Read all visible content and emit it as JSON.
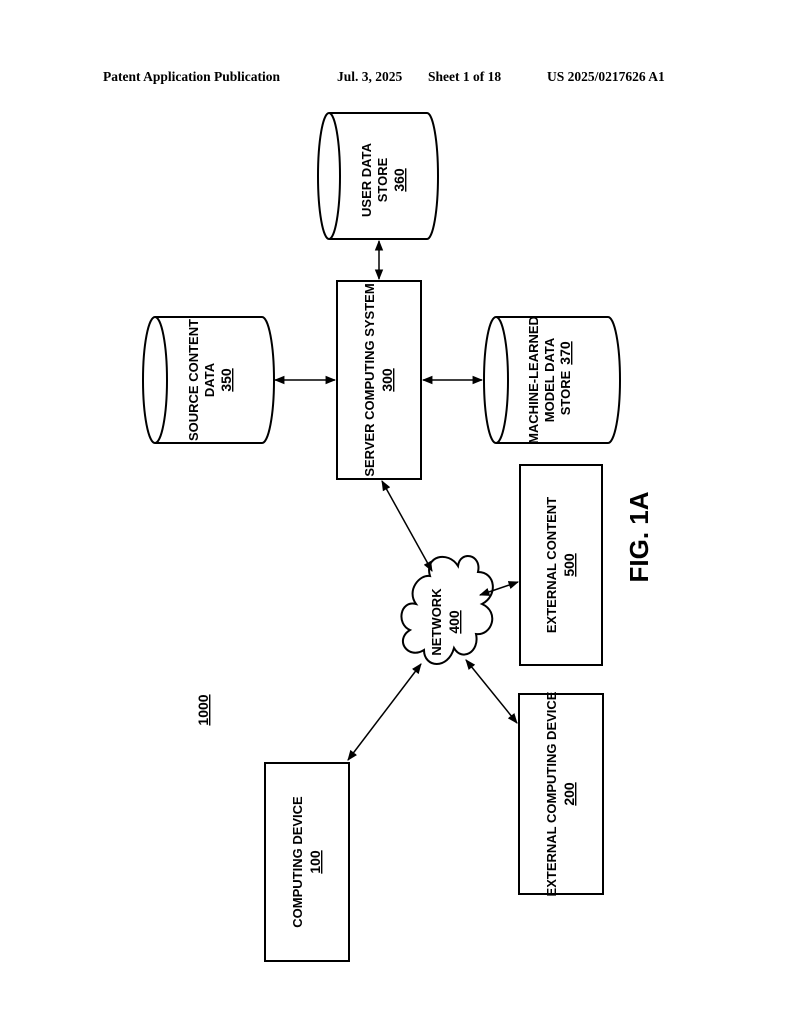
{
  "header": {
    "title": "Patent Application Publication",
    "date": "Jul. 3, 2025",
    "sheet": "Sheet 1 of 18",
    "pub_number": "US 2025/0217626 A1"
  },
  "figure": {
    "label": "FIG. 1A",
    "system_ref": "1000",
    "nodes": {
      "user_data_store": {
        "line1": "USER DATA",
        "line2": "STORE",
        "ref": "360"
      },
      "source_content": {
        "line1": "SOURCE CONTENT",
        "line2": "DATA",
        "ref": "350"
      },
      "server": {
        "line1": "SERVER COMPUTING SYSTEM",
        "ref": "300"
      },
      "ml_store": {
        "line1": "MACHINE-LEARNED",
        "line2": "MODEL DATA",
        "line3": "STORE",
        "ref": "370"
      },
      "external_content": {
        "line1": "EXTERNAL CONTENT",
        "ref": "500"
      },
      "network": {
        "line1": "NETWORK",
        "ref": "400"
      },
      "external_device": {
        "line1": "EXTERNAL COMPUTING DEVICE",
        "ref": "200"
      },
      "computing_device": {
        "line1": "COMPUTING DEVICE",
        "ref": "100"
      }
    }
  }
}
